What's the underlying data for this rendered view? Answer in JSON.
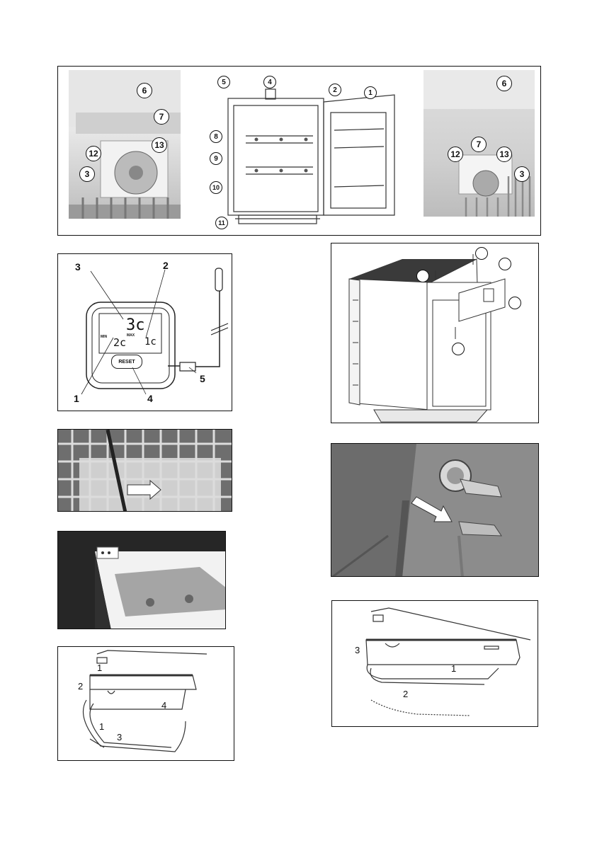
{
  "fig1": {
    "left_callouts": [
      "6",
      "7",
      "12",
      "13",
      "3"
    ],
    "center_callouts": [
      "5",
      "4",
      "2",
      "1",
      "8",
      "9",
      "10",
      "11"
    ],
    "right_callouts": [
      "6",
      "7",
      "12",
      "13",
      "3"
    ]
  },
  "thermometer": {
    "labels": {
      "l3": "3",
      "l2": "2",
      "l1": "1",
      "l4": "4",
      "l5": "5"
    },
    "display_main": "3c",
    "display_sub": "2c",
    "display_right": "1c",
    "min_label": "MIN",
    "max_label": "MAX",
    "reset_label": "RESET"
  },
  "handle_install_left": {
    "steps": [
      "1",
      "2",
      "1",
      "3",
      "4"
    ]
  },
  "handle_install_right": {
    "steps": [
      "3",
      "1",
      "2"
    ]
  }
}
